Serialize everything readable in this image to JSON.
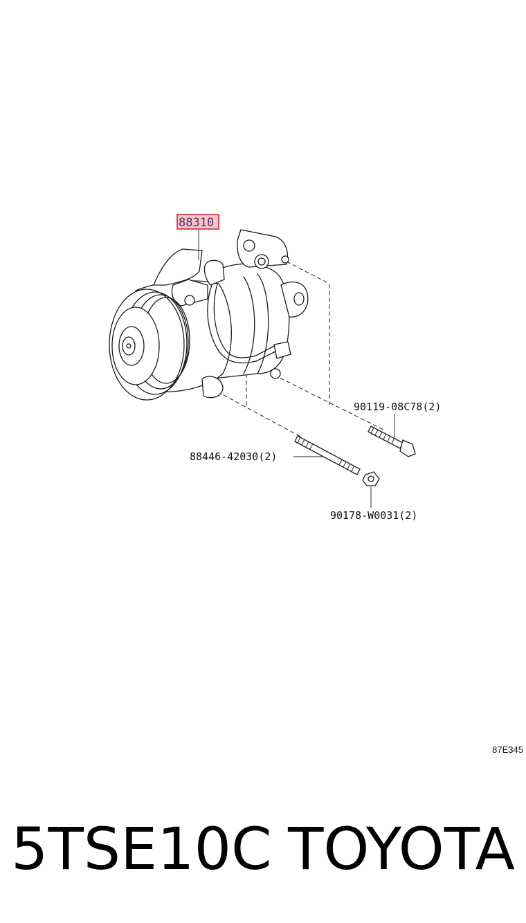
{
  "diagram": {
    "highlighted_part": "88310",
    "part_labels": [
      "90119-08C78(2)",
      "88446-42030(2)",
      "90178-W0031(2)"
    ],
    "illustration_code": "87E345",
    "footer": {
      "model": "5TSE10C",
      "brand": "TOYOTA"
    },
    "colors": {
      "highlight_fill": "#f4c6cc",
      "highlight_border": "#cc2a36",
      "line": "#1a1a1a"
    }
  }
}
